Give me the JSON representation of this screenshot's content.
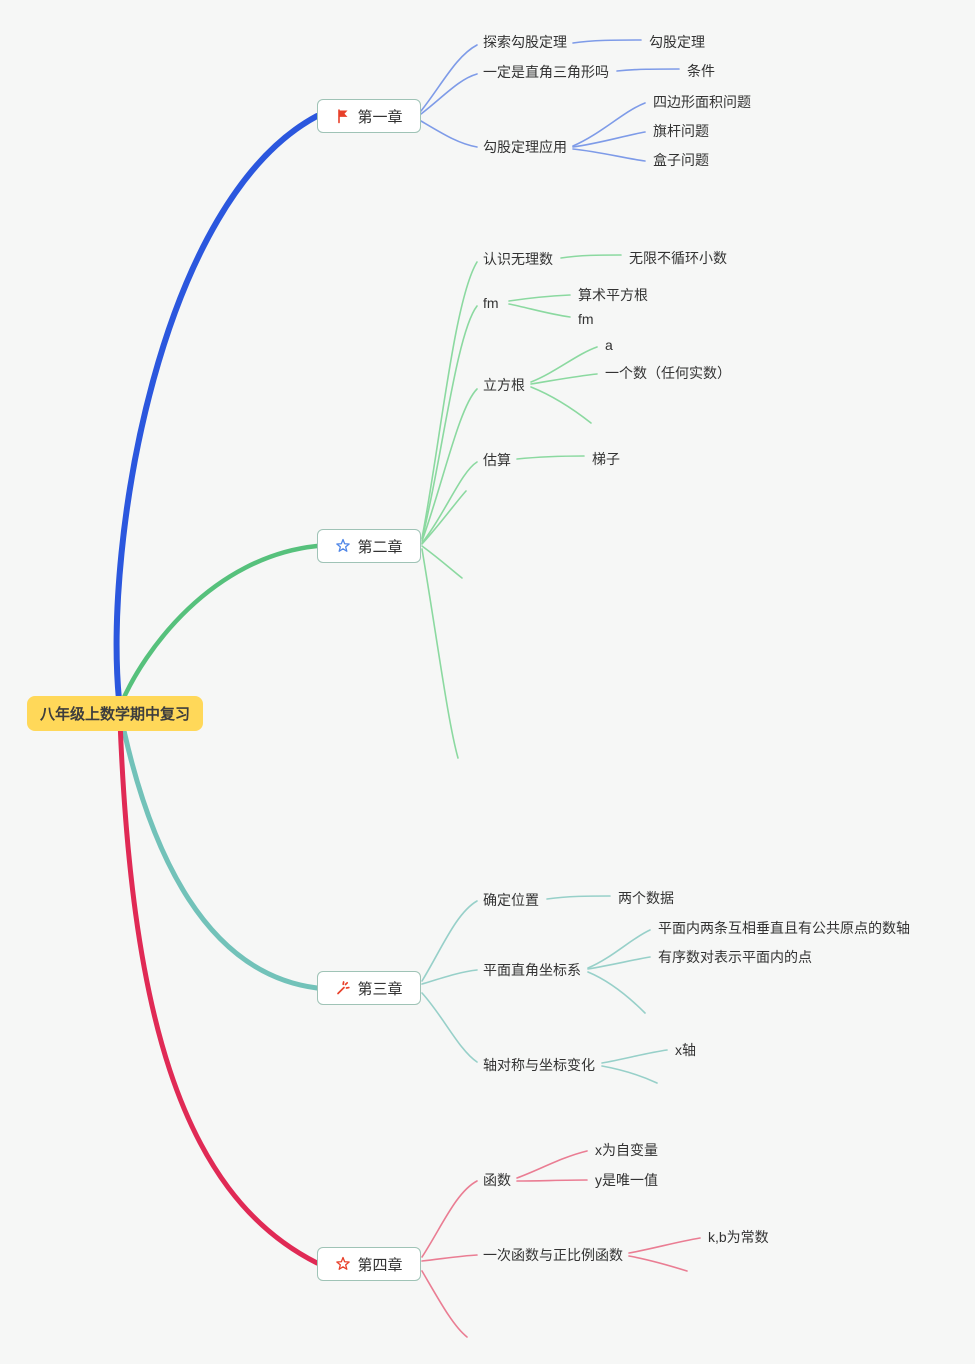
{
  "root": {
    "label": "八年级上数学期中复习",
    "bg_color": "#FFD859"
  },
  "branch_colors": {
    "ch1_main": "#2B57DE",
    "ch1_sub": "#7E9BE8",
    "ch2_main": "#56C17C",
    "ch2_sub": "#8BD9A0",
    "ch3_main": "#72C2B9",
    "ch3_sub": "#97D0C9",
    "ch4_main": "#E02A55",
    "ch4_sub": "#EA7D93"
  },
  "chapters": [
    {
      "label": "第一章",
      "icon": "red-flag-icon",
      "topics": [
        {
          "label": "探索勾股定理",
          "children": [
            "勾股定理"
          ]
        },
        {
          "label": "一定是直角三角形吗",
          "children": [
            "条件"
          ]
        },
        {
          "label": "勾股定理应用",
          "children": [
            "四边形面积问题",
            "旗杆问题",
            "盒子问题"
          ]
        }
      ]
    },
    {
      "label": "第二章",
      "icon": "blue-star-icon",
      "topics": [
        {
          "label": "认识无理数",
          "children": [
            "无限不循环小数"
          ]
        },
        {
          "label": "fm",
          "children": [
            "算术平方根",
            "fm"
          ]
        },
        {
          "label": "立方根",
          "children": [
            "a",
            "一个数（任何实数）"
          ]
        },
        {
          "label": "估算",
          "children": [
            "梯子"
          ]
        }
      ]
    },
    {
      "label": "第三章",
      "icon": "magic-wand-icon",
      "topics": [
        {
          "label": "确定位置",
          "children": [
            "两个数据"
          ]
        },
        {
          "label": "平面直角坐标系",
          "children": [
            "平面内两条互相垂直且有公共原点的数轴",
            "有序数对表示平面内的点"
          ]
        },
        {
          "label": "轴对称与坐标变化",
          "children": [
            "x轴"
          ]
        }
      ]
    },
    {
      "label": "第四章",
      "icon": "red-star-icon",
      "topics": [
        {
          "label": "函数",
          "children": [
            "x为自变量",
            "y是唯一值"
          ]
        },
        {
          "label": "一次函数与正比例函数",
          "children": [
            "k,b为常数"
          ]
        }
      ]
    }
  ]
}
